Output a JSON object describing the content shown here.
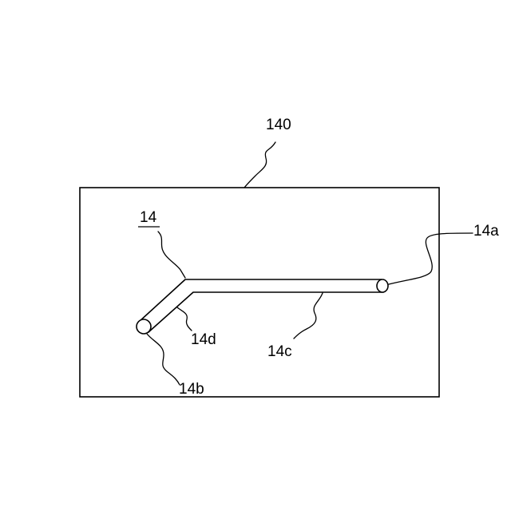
{
  "diagram": {
    "labels": {
      "board": "140",
      "tube": "14",
      "end_a": "14a",
      "end_b": "14b",
      "branch_c": "14c",
      "branch_d": "14d"
    },
    "colors": {
      "line": "#000000",
      "background": "#ffffff"
    }
  }
}
